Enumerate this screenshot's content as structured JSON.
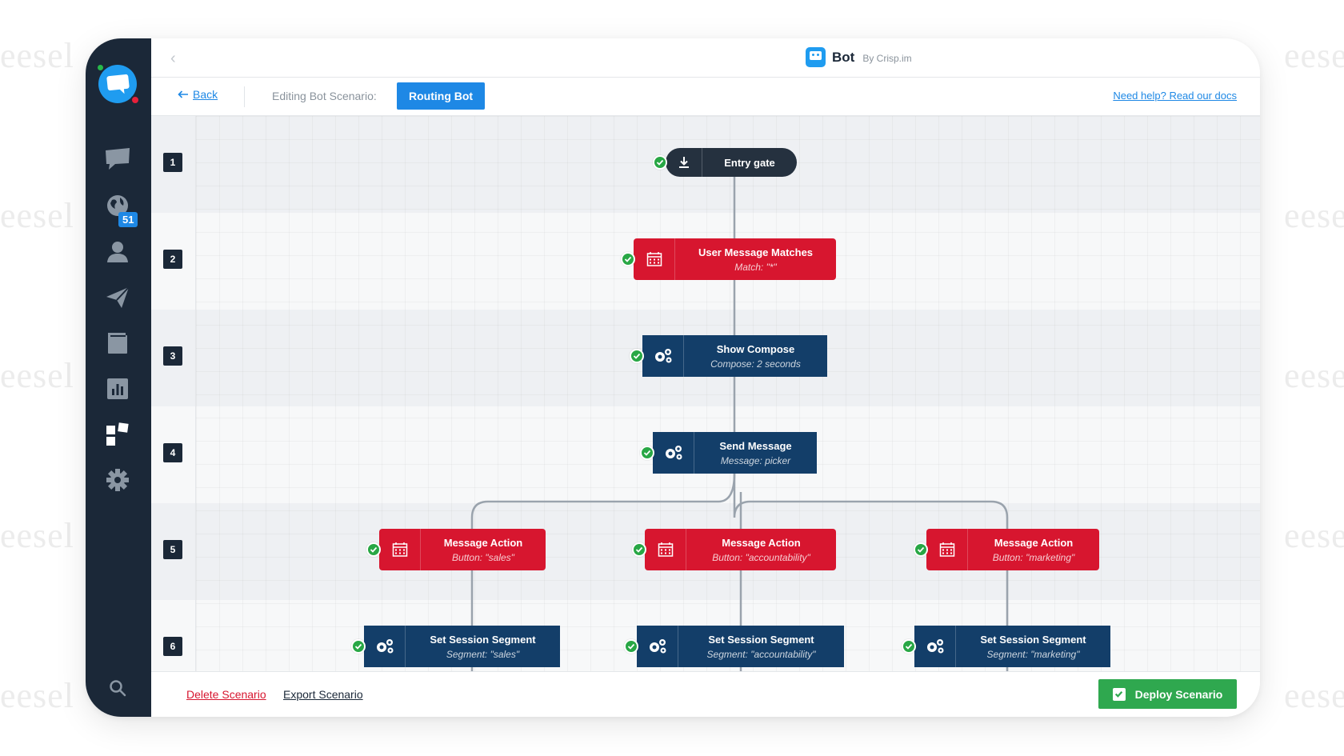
{
  "watermark": "eesel",
  "app": {
    "name": "Bot",
    "by": "By Crisp.im"
  },
  "sidebar": {
    "icons": [
      "chat-icon",
      "globe-icon",
      "contacts-icon",
      "campaigns-icon",
      "helpdesk-icon",
      "analytics-icon",
      "plugins-icon",
      "settings-icon",
      "search-icon"
    ],
    "visitors_badge": "51"
  },
  "subbar": {
    "back_label": "Back",
    "editing_label": "Editing Bot Scenario:",
    "scenario_name": "Routing Bot",
    "help_link": "Need help? Read our docs"
  },
  "rows": [
    "1",
    "2",
    "3",
    "4",
    "5",
    "6"
  ],
  "nodes": {
    "entry": {
      "title": "Entry gate"
    },
    "user_match": {
      "title": "User Message Matches",
      "detail": "Match: \"*\""
    },
    "show_compose": {
      "title": "Show Compose",
      "detail": "Compose: 2 seconds"
    },
    "send_message": {
      "title": "Send Message",
      "detail": "Message: picker"
    },
    "action_sales": {
      "title": "Message Action",
      "detail": "Button: \"sales\""
    },
    "action_accountability": {
      "title": "Message Action",
      "detail": "Button: \"accountability\""
    },
    "action_marketing": {
      "title": "Message Action",
      "detail": "Button: \"marketing\""
    },
    "segment_sales": {
      "title": "Set Session Segment",
      "detail": "Segment: \"sales\""
    },
    "segment_accountability": {
      "title": "Set Session Segment",
      "detail": "Segment: \"accountability\""
    },
    "segment_marketing": {
      "title": "Set Session Segment",
      "detail": "Segment: \"marketing\""
    }
  },
  "footer": {
    "delete_label": "Delete Scenario",
    "export_label": "Export Scenario",
    "deploy_label": "Deploy Scenario"
  },
  "colors": {
    "sidebar": "#1b2838",
    "accent": "#1e88e5",
    "node_red": "#d7162f",
    "node_navy": "#133e69",
    "node_dark": "#25313f",
    "success": "#2fa84f"
  }
}
